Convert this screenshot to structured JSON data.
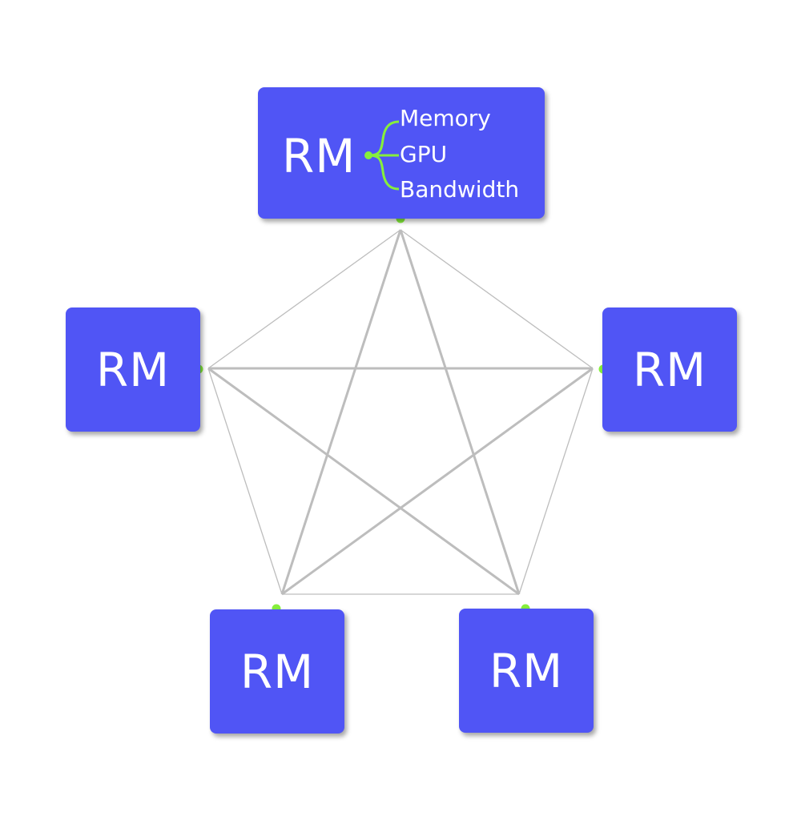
{
  "diagram": {
    "nodes": [
      {
        "id": "top",
        "label": "RM"
      },
      {
        "id": "left",
        "label": "RM"
      },
      {
        "id": "right",
        "label": "RM"
      },
      {
        "id": "bottom-left",
        "label": "RM"
      },
      {
        "id": "bottom-right",
        "label": "RM"
      }
    ],
    "resources": [
      "Memory",
      "GPU",
      "Bandwidth"
    ],
    "edges": [
      [
        "top",
        "left"
      ],
      [
        "top",
        "right"
      ],
      [
        "top",
        "bottom-left"
      ],
      [
        "top",
        "bottom-right"
      ],
      [
        "left",
        "right"
      ],
      [
        "left",
        "bottom-left"
      ],
      [
        "left",
        "bottom-right"
      ],
      [
        "right",
        "bottom-left"
      ],
      [
        "right",
        "bottom-right"
      ],
      [
        "bottom-left",
        "bottom-right"
      ]
    ],
    "colors": {
      "node_fill": "#5055f5",
      "node_text": "#ffffff",
      "connector_dot": "#86ef3c",
      "bracket": "#86ef3c",
      "edge": "#bdbdbd"
    }
  }
}
